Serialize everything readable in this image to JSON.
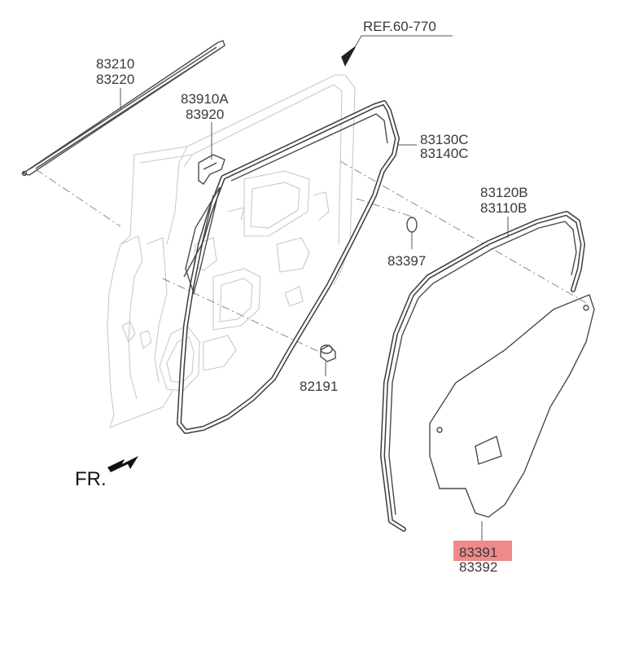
{
  "diagram": {
    "ref_label": "REF.60-770",
    "front_label": "FR.",
    "highlight_color": "#f08a8a",
    "parts": {
      "belt_outer_a": "83210",
      "belt_outer_b": "83220",
      "channel_a": "83910A",
      "channel_b": "83920",
      "body_seal_a": "83130C",
      "body_seal_b": "83140C",
      "door_seal_a": "83120B",
      "door_seal_b": "83110B",
      "plug": "83397",
      "bumper": "82191",
      "film_a": "83391",
      "film_b": "83392"
    }
  }
}
